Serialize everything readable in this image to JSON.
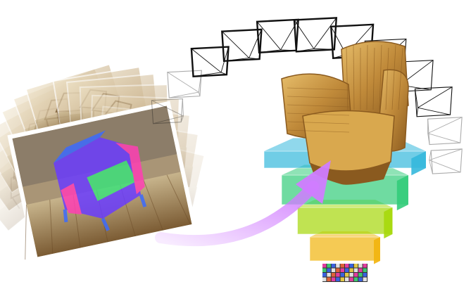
{
  "figure": {
    "background": "#ffffff"
  },
  "photo_stack": {
    "frame_count": 15,
    "faded_tone": "#d9cbb0",
    "key_frame_index": 7,
    "key_frame_overlay_colors": [
      "#6a3cff",
      "#ff3fb4",
      "#3ee07a",
      "#3b6bff"
    ]
  },
  "camera_path": {
    "camera_count": 12,
    "stroke_color": "#111111"
  },
  "lift_arrow": {
    "color": "#d07cff"
  },
  "feature_pyramid": {
    "layers": [
      {
        "name": "top",
        "color": "#34b8dc"
      },
      {
        "name": "second",
        "color": "#33cc7a"
      },
      {
        "name": "third",
        "color": "#a6d80a"
      },
      {
        "name": "fourth",
        "color": "#f2b40d"
      },
      {
        "name": "base",
        "color": "#8c7a6a"
      }
    ]
  },
  "reconstruction": {
    "wood_light": "#d9a84e",
    "wood_dark": "#8a5a1f"
  }
}
